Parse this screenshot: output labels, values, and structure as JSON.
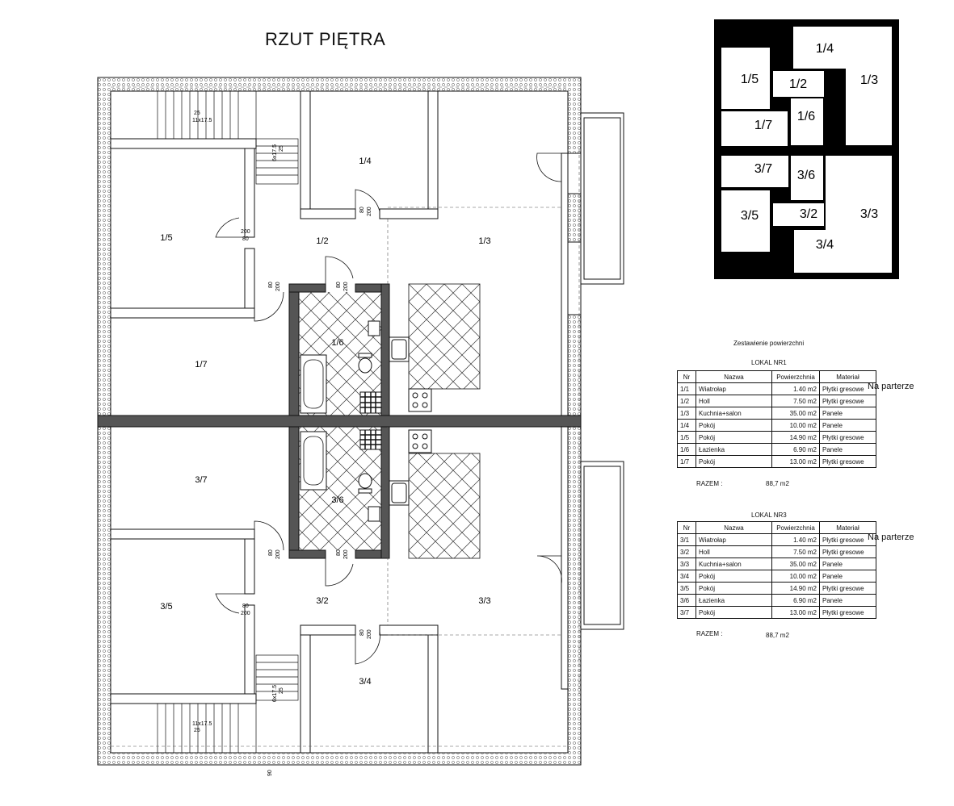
{
  "title": "RZUT PIĘTRA",
  "plan": {
    "rooms_upper": [
      {
        "id": "1/4",
        "label": "1/4"
      },
      {
        "id": "1/5",
        "label": "1/5"
      },
      {
        "id": "1/2",
        "label": "1/2"
      },
      {
        "id": "1/3",
        "label": "1/3"
      },
      {
        "id": "1/6",
        "label": "1/6"
      },
      {
        "id": "1/7",
        "label": "1/7"
      }
    ],
    "rooms_lower": [
      {
        "id": "3/7",
        "label": "3/7"
      },
      {
        "id": "3/6",
        "label": "3/6"
      },
      {
        "id": "3/5",
        "label": "3/5"
      },
      {
        "id": "3/2",
        "label": "3/2"
      },
      {
        "id": "3/3",
        "label": "3/3"
      },
      {
        "id": "3/4",
        "label": "3/4"
      }
    ],
    "door_dims": {
      "w80": "80",
      "h200": "200"
    },
    "stair_upper": {
      "tread": "25",
      "steps": "11x17.5"
    },
    "stair_mid_upper": "6x17.5",
    "stair_mid_upper_b": "25",
    "stair_lower": {
      "tread": "25",
      "steps": "11x17.5"
    },
    "stair_mid_lower": "6x17.5",
    "stair_mid_lower_b": "25",
    "bottom_dim": "90"
  },
  "keyplan": {
    "rooms": [
      "1/4",
      "1/5",
      "1/2",
      "1/3",
      "1/7",
      "1/6",
      "3/7",
      "3/6",
      "3/5",
      "3/2",
      "3/3",
      "3/4"
    ]
  },
  "summary": {
    "heading": "Zestawienie powierzchni",
    "columns": [
      "Nr",
      "Nazwa",
      "Powierzchnia",
      "Materiał"
    ],
    "lokal1": {
      "title": "LOKAL NR1",
      "note": "Na parterze",
      "rows": [
        [
          "1/1",
          "Wiatrołap",
          "1.40 m2",
          "Płytki gresowe"
        ],
        [
          "1/2",
          "Holl",
          "7.50 m2",
          "Płytki gresowe"
        ],
        [
          "1/3",
          "Kuchnia+salon",
          "35.00 m2",
          "Panele"
        ],
        [
          "1/4",
          "Pokój",
          "10.00 m2",
          "Panele"
        ],
        [
          "1/5",
          "Pokój",
          "14.90 m2",
          "Płytki gresowe"
        ],
        [
          "1/6",
          "Łazienka",
          "6.90 m2",
          "Panele"
        ],
        [
          "1/7",
          "Pokój",
          "13.00 m2",
          "Płytki gresowe"
        ]
      ],
      "total_label": "RAZEM :",
      "total_value": "88,7 m2"
    },
    "lokal3": {
      "title": "LOKAL NR3",
      "note": "Na parterze",
      "rows": [
        [
          "3/1",
          "Wiatrołap",
          "1.40 m2",
          "Płytki gresowe"
        ],
        [
          "3/2",
          "Holl",
          "7.50 m2",
          "Płytki gresowe"
        ],
        [
          "3/3",
          "Kuchnia+salon",
          "35.00 m2",
          "Panele"
        ],
        [
          "3/4",
          "Pokój",
          "10.00 m2",
          "Panele"
        ],
        [
          "3/5",
          "Pokój",
          "14.90 m2",
          "Płytki gresowe"
        ],
        [
          "3/6",
          "Łazienka",
          "6.90 m2",
          "Panele"
        ],
        [
          "3/7",
          "Pokój",
          "13.00 m2",
          "Płytki gresowe"
        ]
      ],
      "total_label": "RAZEM :",
      "total_value": "88,7 m2"
    }
  }
}
